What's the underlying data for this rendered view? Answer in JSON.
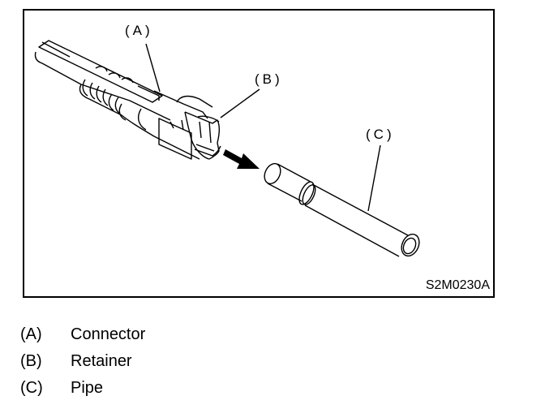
{
  "figure": {
    "callouts": {
      "a": "(A)",
      "b": "(B)",
      "c": "(C)"
    },
    "figure_code": "S2M0230A",
    "arrow_direction": "disconnect"
  },
  "legend": [
    {
      "key": "(A)",
      "label": "Connector"
    },
    {
      "key": "(B)",
      "label": "Retainer"
    },
    {
      "key": "(C)",
      "label": "Pipe"
    }
  ]
}
